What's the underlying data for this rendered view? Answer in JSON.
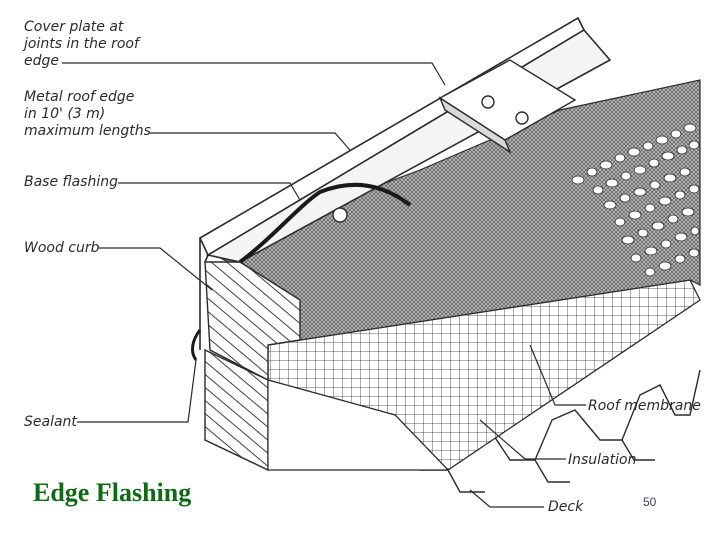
{
  "labels": {
    "cover_plate": "Cover plate at\njoints in the roof\nedge",
    "metal_edge": "Metal roof edge\nin 10' (3 m)\nmaximum lengths",
    "base_flashing": "Base flashing",
    "wood_curb": "Wood curb",
    "sealant": "Sealant",
    "roof_membrane": "Roof membrane",
    "insulation": "Insulation",
    "deck": "Deck"
  },
  "title": "Edge Flashing",
  "page_number": "50",
  "colors": {
    "title": "#0f6a16",
    "ink": "#2b2b2b",
    "membrane": "#8f8f8f"
  }
}
